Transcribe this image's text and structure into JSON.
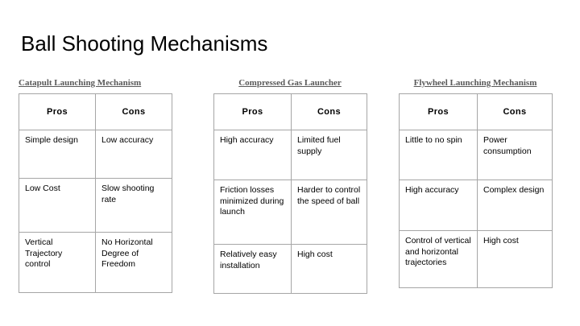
{
  "slide": {
    "title": "Ball Shooting Mechanisms",
    "background_color": "#ffffff",
    "heading_color": "#595959",
    "table_border_color": "#a6a6a6"
  },
  "sections": [
    {
      "id": "catapult",
      "heading": "Catapult Launching Mechanism",
      "columns": [
        "Pros",
        "Cons"
      ],
      "rows": [
        [
          "Simple design",
          "Low accuracy"
        ],
        [
          "Low Cost",
          "Slow shooting rate"
        ],
        [
          "Vertical Trajectory control",
          "No Horizontal Degree of Freedom"
        ]
      ]
    },
    {
      "id": "gas",
      "heading": "Compressed Gas Launcher",
      "columns": [
        "Pros",
        "Cons"
      ],
      "rows": [
        [
          "High accuracy",
          "Limited fuel supply"
        ],
        [
          "Friction losses minimized during launch",
          "Harder to control the speed of ball"
        ],
        [
          "Relatively easy installation",
          "High cost"
        ]
      ]
    },
    {
      "id": "flywheel",
      "heading": "Flywheel Launching Mechanism",
      "columns": [
        "Pros",
        "Cons"
      ],
      "rows": [
        [
          "Little to no spin",
          "Power consumption"
        ],
        [
          "High accuracy",
          "Complex design"
        ],
        [
          "Control of vertical and horizontal trajectories",
          "High cost"
        ]
      ]
    }
  ]
}
